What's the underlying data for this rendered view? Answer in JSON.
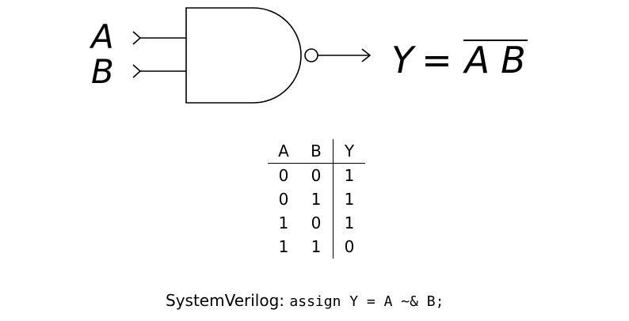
{
  "gate": {
    "type": "NAND",
    "input_a_label": "A",
    "input_b_label": "B"
  },
  "equation": {
    "output": "Y",
    "operator": "=",
    "term_a": "A",
    "term_b": "B"
  },
  "truth_table": {
    "headers": [
      "A",
      "B",
      "Y"
    ],
    "rows": [
      [
        "0",
        "0",
        "1"
      ],
      [
        "0",
        "1",
        "1"
      ],
      [
        "1",
        "0",
        "1"
      ],
      [
        "1",
        "1",
        "0"
      ]
    ]
  },
  "verilog": {
    "language": "SystemVerilog:",
    "code": "assign Y = A ~& B;"
  }
}
